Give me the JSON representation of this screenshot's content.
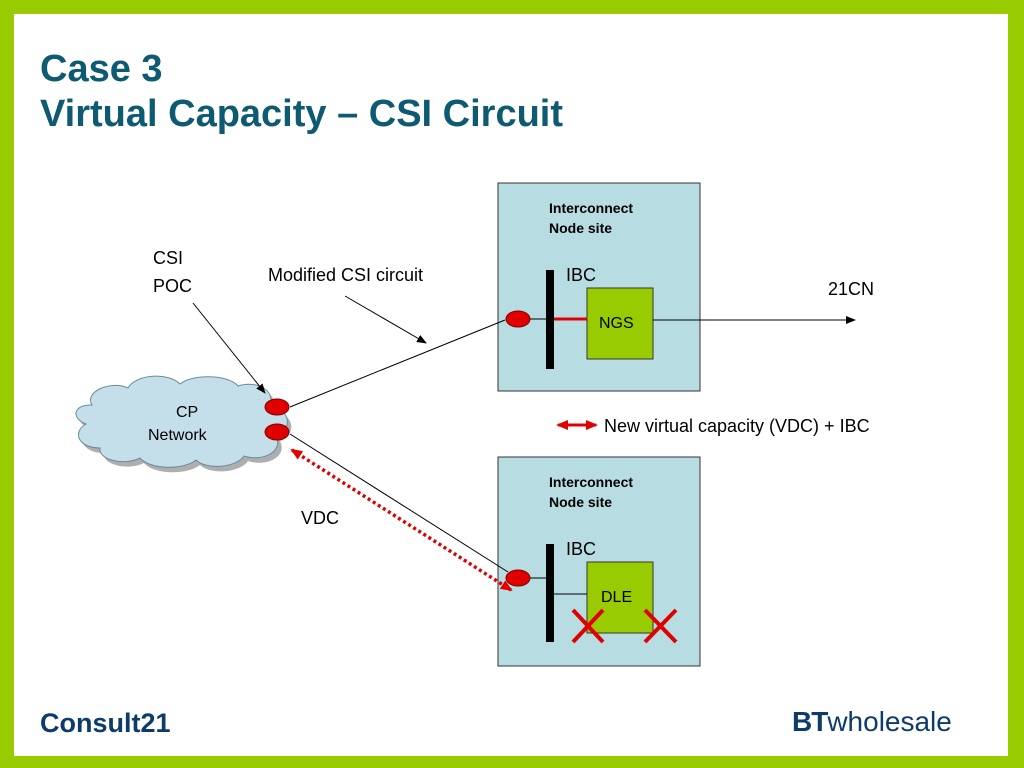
{
  "title": {
    "line1": "Case 3",
    "line2": "Virtual Capacity – CSI Circuit"
  },
  "diagram": {
    "cloud_label_line1": "CP",
    "cloud_label_line2": "Network",
    "csi_poc_line1": "CSI",
    "csi_poc_line2": "POC",
    "modified_csi": "Modified CSI circuit",
    "site_top": {
      "label_line1": "Interconnect",
      "label_line2": "Node site",
      "ibc": "IBC",
      "node": "NGS"
    },
    "site_bottom": {
      "label_line1": "Interconnect",
      "label_line2": "Node site",
      "ibc": "IBC",
      "node": "DLE"
    },
    "destination": "21CN",
    "vdc": "VDC",
    "legend": "New virtual capacity (VDC) + IBC"
  },
  "colors": {
    "background": "#99cc00",
    "title": "#0d5a72",
    "site_fill": "#b7dde3",
    "node_fill": "#99cc00",
    "poc_red": "#e00000",
    "footer": "#0d3b6a"
  },
  "footer": {
    "brand_left": "Consult21",
    "brand_right_bt": "BT",
    "brand_right_text": "wholesale"
  }
}
